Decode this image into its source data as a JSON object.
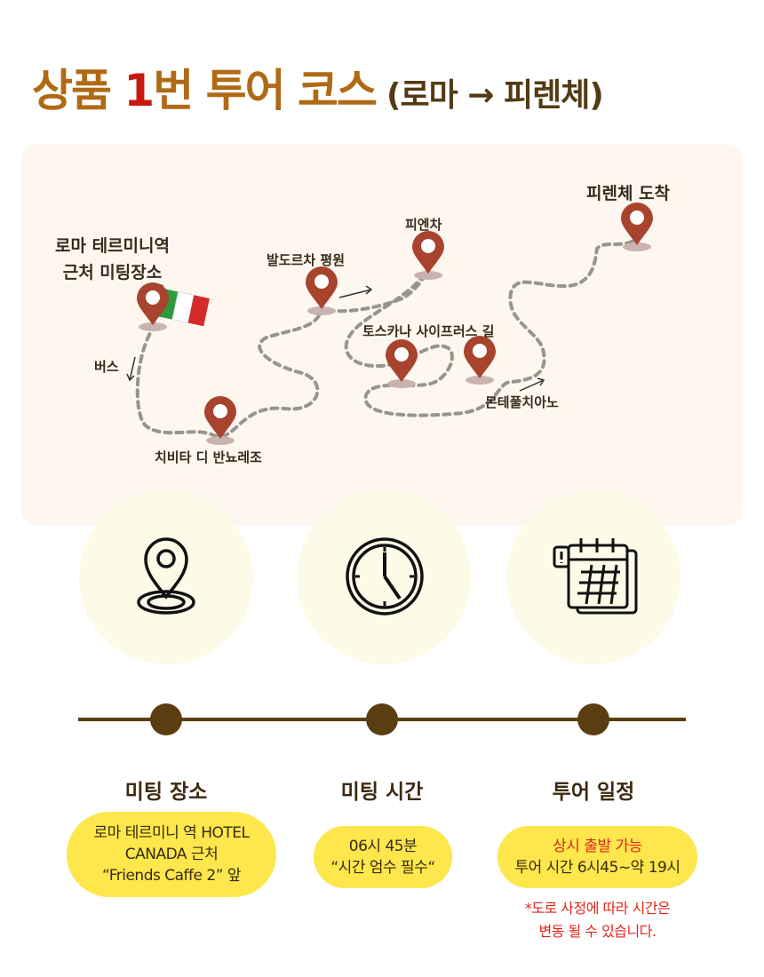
{
  "title": {
    "main_a": "상품 ",
    "main_num": "1",
    "main_b": "번 투어 코스",
    "sub": "(로마 → 피렌체)"
  },
  "map": {
    "stops": [
      {
        "label_l1": "로마 테르미니역",
        "label_l2": "근처 미팅장소"
      },
      {
        "label": "치비타 디 반뇨레조"
      },
      {
        "label": "발도르차 평원"
      },
      {
        "label": "피엔차"
      },
      {
        "label": "토스카나 사이프러스 길"
      },
      {
        "label": "몬테풀치아노"
      },
      {
        "label": "피렌체 도착"
      }
    ],
    "bus_label": "버스"
  },
  "info": [
    {
      "icon": "location-pin-icon",
      "heading": "미팅 장소",
      "lines": [
        "로마 테르미니 역 HOTEL",
        "CANADA 근처",
        "“Friends Caffe 2” 앞"
      ]
    },
    {
      "icon": "clock-icon",
      "heading": "미팅 시간",
      "lines": [
        "06시 45분",
        "“시간 엄수 필수“"
      ]
    },
    {
      "icon": "calendar-icon",
      "heading": "투어 일정",
      "highlight": "상시 출발 가능",
      "lines": [
        "투어 시간 6시45~약 19시"
      ],
      "note": [
        "*도로 사정에 따라 시간은",
        "변동 될 수 있습니다."
      ]
    }
  ],
  "colors": {
    "title": "#b06a15",
    "accent_red": "#c8170d",
    "pin": "#a8432e",
    "timeline": "#5a3d10",
    "pill": "#fde74c"
  }
}
